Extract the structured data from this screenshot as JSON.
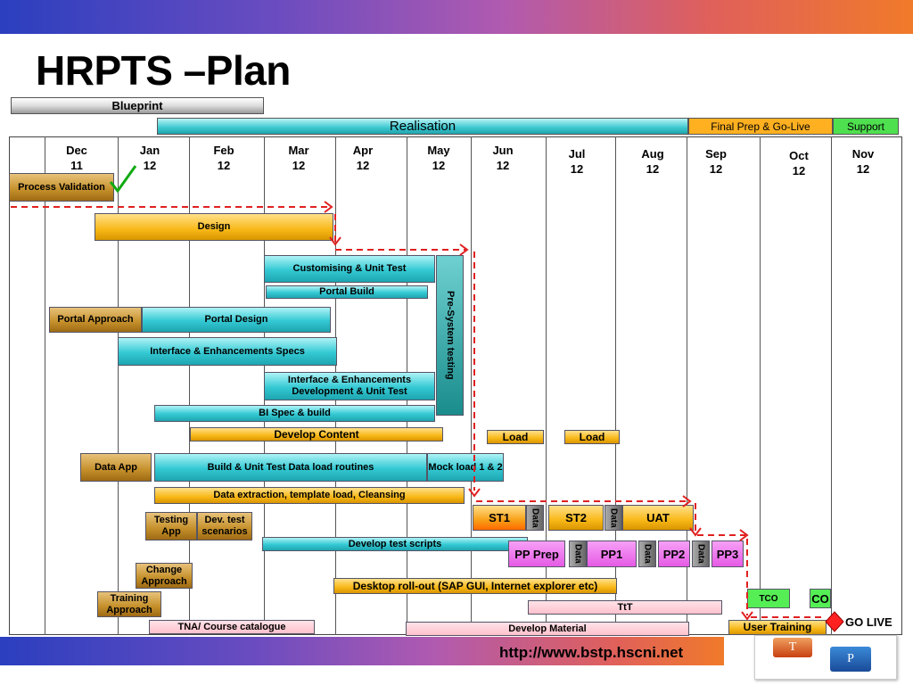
{
  "title": "HRPTS –Plan",
  "url": "http://www.bstp.hscni.net",
  "phases": {
    "blueprint": "Blueprint",
    "realisation": "Realisation",
    "final_prep": "Final Prep & Go-Live",
    "support": "Support"
  },
  "months": [
    {
      "m": "Dec",
      "y": "11"
    },
    {
      "m": "Jan",
      "y": "12"
    },
    {
      "m": "Feb",
      "y": "12"
    },
    {
      "m": "Mar",
      "y": "12"
    },
    {
      "m": "Apr",
      "y": "12"
    },
    {
      "m": "May",
      "y": "12"
    },
    {
      "m": "Jun",
      "y": "12"
    },
    {
      "m": "Jul",
      "y": "12"
    },
    {
      "m": "Aug",
      "y": "12"
    },
    {
      "m": "Sep",
      "y": "12"
    },
    {
      "m": "Oct",
      "y": "12"
    },
    {
      "m": "Nov",
      "y": "12"
    }
  ],
  "tasks": {
    "process_validation": "Process Validation",
    "design": "Design",
    "customising": "Customising & Unit Test",
    "portal_build": "Portal  Build",
    "pre_system": "Pre-System  testing",
    "portal_approach": "Portal Approach",
    "portal_design": "Portal Design",
    "interface_specs": "Interface & Enhancements  Specs",
    "interface_dev": "Interface & Enhancements Development & Unit Test",
    "bi_spec": "BI Spec & build",
    "develop_content": "Develop Content",
    "load1": "Load",
    "load2": "Load",
    "data_app": "Data App",
    "build_unit_test": "Build & Unit Test Data load routines",
    "mock": "Mock load 1 & 2",
    "data_extraction": "Data  extraction, template load, Cleansing",
    "st1": "ST1",
    "data1": "Data",
    "st2": "ST2",
    "data2": "Data",
    "uat": "UAT",
    "testing_app": "Testing App",
    "dev_test_scenarios": "Dev.  test scenarios",
    "develop_test_scripts": "Develop  test scripts",
    "pp_prep": "PP Prep",
    "data3": "Data",
    "pp1": "PP1",
    "data4": "Data",
    "pp2": "PP2",
    "data5": "Data",
    "pp3": "PP3",
    "change_approach": "Change Approach",
    "desktop_rollout": "Desktop roll-out (SAP GUI,  Internet explorer etc)",
    "tco": "TCO",
    "co": "CO",
    "training_approach": "Training Approach",
    "ttt": "TtT",
    "tna": "TNA/ Course catalogue",
    "develop_material": "Develop Material",
    "user_training": "User Training",
    "go_live": "GO LIVE"
  },
  "logo": {
    "t": "T",
    "p": "P"
  }
}
